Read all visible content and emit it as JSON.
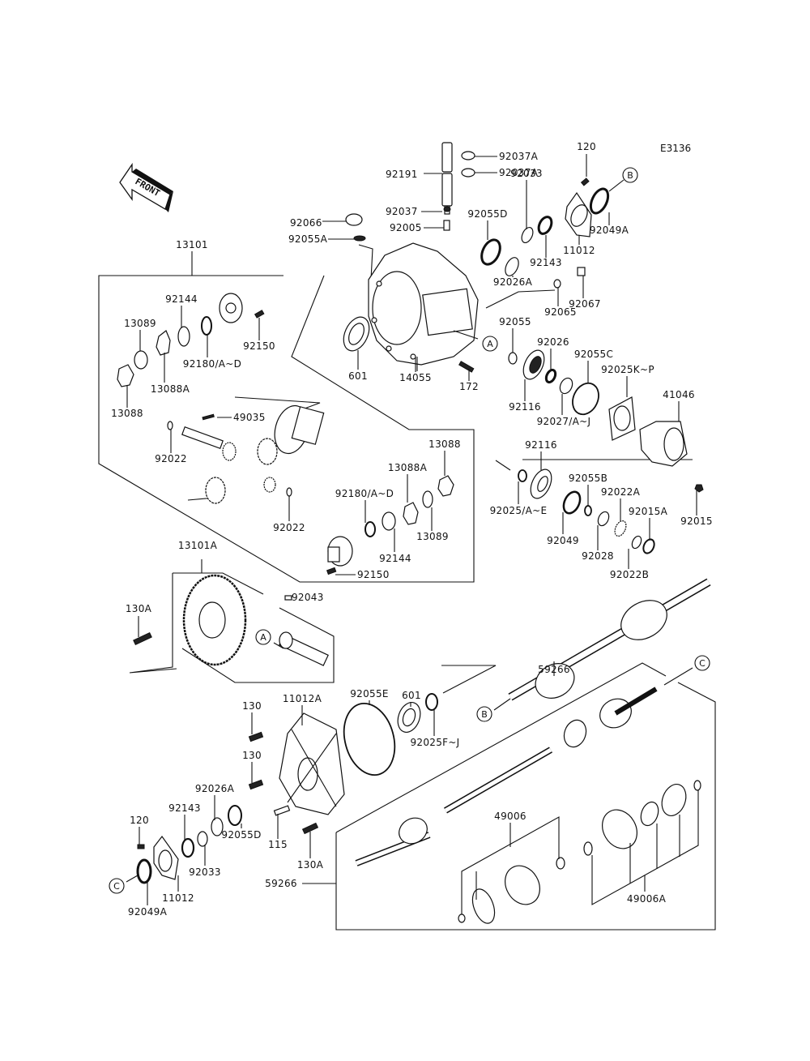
{
  "diagram": {
    "code": "E3136",
    "front_label": "FRONT",
    "references": [
      "A",
      "B",
      "C"
    ],
    "parts": [
      {
        "id": "92191",
        "label": "92191"
      },
      {
        "id": "92037A_1",
        "label": "92037A"
      },
      {
        "id": "92037A_2",
        "label": "92037A"
      },
      {
        "id": "92037",
        "label": "92037"
      },
      {
        "id": "92005",
        "label": "92005"
      },
      {
        "id": "92066",
        "label": "92066"
      },
      {
        "id": "92055A",
        "label": "92055A"
      },
      {
        "id": "120_top",
        "label": "120"
      },
      {
        "id": "92033_top",
        "label": "92033"
      },
      {
        "id": "92055D_top",
        "label": "92055D"
      },
      {
        "id": "92049A_top",
        "label": "92049A"
      },
      {
        "id": "11012_top",
        "label": "11012"
      },
      {
        "id": "92143_top",
        "label": "92143"
      },
      {
        "id": "92026A_top",
        "label": "92026A"
      },
      {
        "id": "92065",
        "label": "92065"
      },
      {
        "id": "92067",
        "label": "92067"
      },
      {
        "id": "13101",
        "label": "13101"
      },
      {
        "id": "92144_top",
        "label": "92144"
      },
      {
        "id": "13089_top",
        "label": "13089"
      },
      {
        "id": "92150_top",
        "label": "92150"
      },
      {
        "id": "92180_top",
        "label": "92180/A~D"
      },
      {
        "id": "13088A_top",
        "label": "13088A"
      },
      {
        "id": "13088_top",
        "label": "13088"
      },
      {
        "id": "601_top",
        "label": "601"
      },
      {
        "id": "14055",
        "label": "14055"
      },
      {
        "id": "172",
        "label": "172"
      },
      {
        "id": "92055",
        "label": "92055"
      },
      {
        "id": "92026",
        "label": "92026"
      },
      {
        "id": "92055C",
        "label": "92055C"
      },
      {
        "id": "92025KP",
        "label": "92025K~P"
      },
      {
        "id": "41046",
        "label": "41046"
      },
      {
        "id": "92116_a",
        "label": "92116"
      },
      {
        "id": "92027",
        "label": "92027/A~J"
      },
      {
        "id": "49035",
        "label": "49035"
      },
      {
        "id": "92022_left",
        "label": "92022"
      },
      {
        "id": "92022_mid",
        "label": "92022"
      },
      {
        "id": "13088_mid",
        "label": "13088"
      },
      {
        "id": "13088A_mid",
        "label": "13088A"
      },
      {
        "id": "92180_mid",
        "label": "92180/A~D"
      },
      {
        "id": "13089_mid",
        "label": "13089"
      },
      {
        "id": "92144_mid",
        "label": "92144"
      },
      {
        "id": "92150_mid",
        "label": "92150"
      },
      {
        "id": "92116_b",
        "label": "92116"
      },
      {
        "id": "92055B",
        "label": "92055B"
      },
      {
        "id": "92022A",
        "label": "92022A"
      },
      {
        "id": "92015A",
        "label": "92015A"
      },
      {
        "id": "92015",
        "label": "92015"
      },
      {
        "id": "92025AE",
        "label": "92025/A~E"
      },
      {
        "id": "92049",
        "label": "92049"
      },
      {
        "id": "92028",
        "label": "92028"
      },
      {
        "id": "92022B",
        "label": "92022B"
      },
      {
        "id": "13101A",
        "label": "13101A"
      },
      {
        "id": "92043",
        "label": "92043"
      },
      {
        "id": "130A_left",
        "label": "130A"
      },
      {
        "id": "59266_top",
        "label": "59266"
      },
      {
        "id": "92055E",
        "label": "92055E"
      },
      {
        "id": "601_bot",
        "label": "601"
      },
      {
        "id": "92025FJ",
        "label": "92025F~J"
      },
      {
        "id": "130_a",
        "label": "130"
      },
      {
        "id": "11012A",
        "label": "11012A"
      },
      {
        "id": "130_b",
        "label": "130"
      },
      {
        "id": "92026A_bot",
        "label": "92026A"
      },
      {
        "id": "92143_bot",
        "label": "92143"
      },
      {
        "id": "120_bot",
        "label": "120"
      },
      {
        "id": "92055D_bot",
        "label": "92055D"
      },
      {
        "id": "115",
        "label": "115"
      },
      {
        "id": "130A_bot",
        "label": "130A"
      },
      {
        "id": "92033_bot",
        "label": "92033"
      },
      {
        "id": "11012_bot",
        "label": "11012"
      },
      {
        "id": "92049A_bot",
        "label": "92049A"
      },
      {
        "id": "59266_bot",
        "label": "59266"
      },
      {
        "id": "49006",
        "label": "49006"
      },
      {
        "id": "49006A",
        "label": "49006A"
      }
    ]
  }
}
